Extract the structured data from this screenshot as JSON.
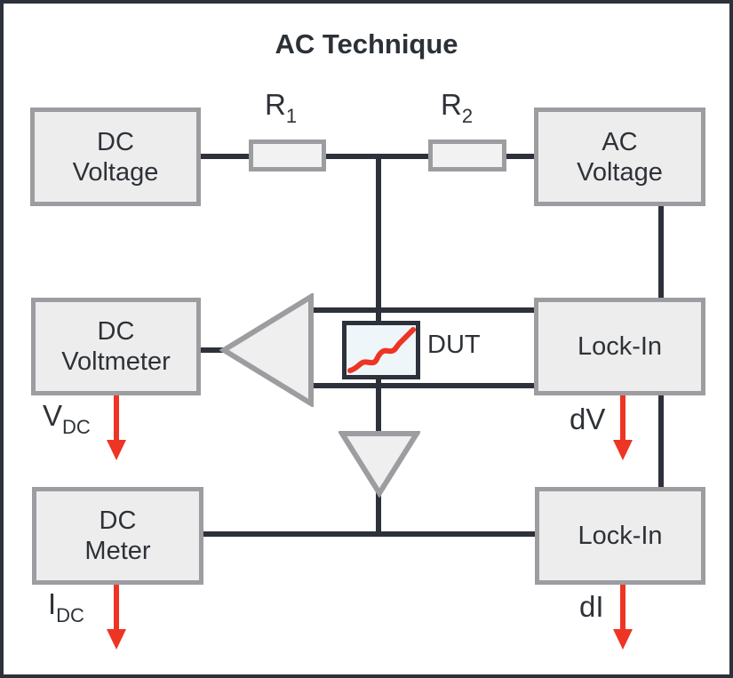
{
  "title": "AC Technique",
  "boxes": {
    "dc_voltage": {
      "line1": "DC",
      "line2": "Voltage"
    },
    "ac_voltage": {
      "line1": "AC",
      "line2": "Voltage"
    },
    "dc_voltmeter": {
      "line1": "DC",
      "line2": "Voltmeter"
    },
    "lock_in_top": {
      "label": "Lock-In"
    },
    "dc_meter": {
      "line1": "DC",
      "line2": "Meter"
    },
    "lock_in_bottom": {
      "label": "Lock-In"
    }
  },
  "resistors": {
    "r1": {
      "base": "R",
      "sub": "1"
    },
    "r2": {
      "base": "R",
      "sub": "2"
    }
  },
  "dut": {
    "label": "DUT"
  },
  "outputs": {
    "vdc": {
      "base": "V",
      "sub": "DC"
    },
    "dv": {
      "label": "dV"
    },
    "idc": {
      "base": "I",
      "sub": "DC"
    },
    "di": {
      "label": "dI"
    }
  },
  "icons": {
    "left_triangle": "voltage-amplifier-icon",
    "down_triangle": "current-amplifier-icon",
    "dut_curve": "iv-curve-icon",
    "output_arrows": "red-down-arrow-icon"
  },
  "colors": {
    "wire": "#2c313a",
    "box_border": "#9c9ca1",
    "box_fill": "#ededee",
    "dut_fill": "#eef6fa",
    "accent_red": "#ee3424",
    "text": "#2e3237"
  }
}
